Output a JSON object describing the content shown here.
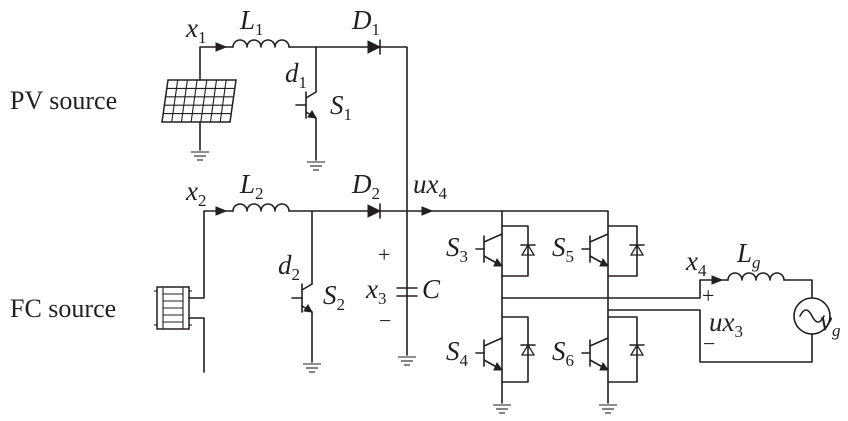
{
  "sources": {
    "pv": "PV source",
    "fc": "FC source"
  },
  "labels": {
    "x1": {
      "main": "x",
      "sub": "1"
    },
    "x2": {
      "main": "x",
      "sub": "2"
    },
    "x3": {
      "main": "x",
      "sub": "3"
    },
    "x4_out": {
      "main": "x",
      "sub": "4"
    },
    "L1": {
      "main": "L",
      "sub": "1"
    },
    "L2": {
      "main": "L",
      "sub": "2"
    },
    "Lg": {
      "main": "L",
      "sub": "g"
    },
    "D1": {
      "main": "D",
      "sub": "1"
    },
    "D2": {
      "main": "D",
      "sub": "2"
    },
    "d1": {
      "main": "d",
      "sub": "1"
    },
    "d2": {
      "main": "d",
      "sub": "2"
    },
    "S1": {
      "main": "S",
      "sub": "1"
    },
    "S2": {
      "main": "S",
      "sub": "2"
    },
    "S3": {
      "main": "S",
      "sub": "3"
    },
    "S4": {
      "main": "S",
      "sub": "4"
    },
    "S5": {
      "main": "S",
      "sub": "5"
    },
    "S6": {
      "main": "S",
      "sub": "6"
    },
    "C": "C",
    "ux4": {
      "main": "ux",
      "sub": "4"
    },
    "ux3": {
      "main": "ux",
      "sub": "3"
    },
    "vg": {
      "main": "v",
      "sub": "g"
    },
    "cap_plus": "+",
    "cap_minus": "−",
    "out_plus": "+",
    "out_minus": "−"
  }
}
